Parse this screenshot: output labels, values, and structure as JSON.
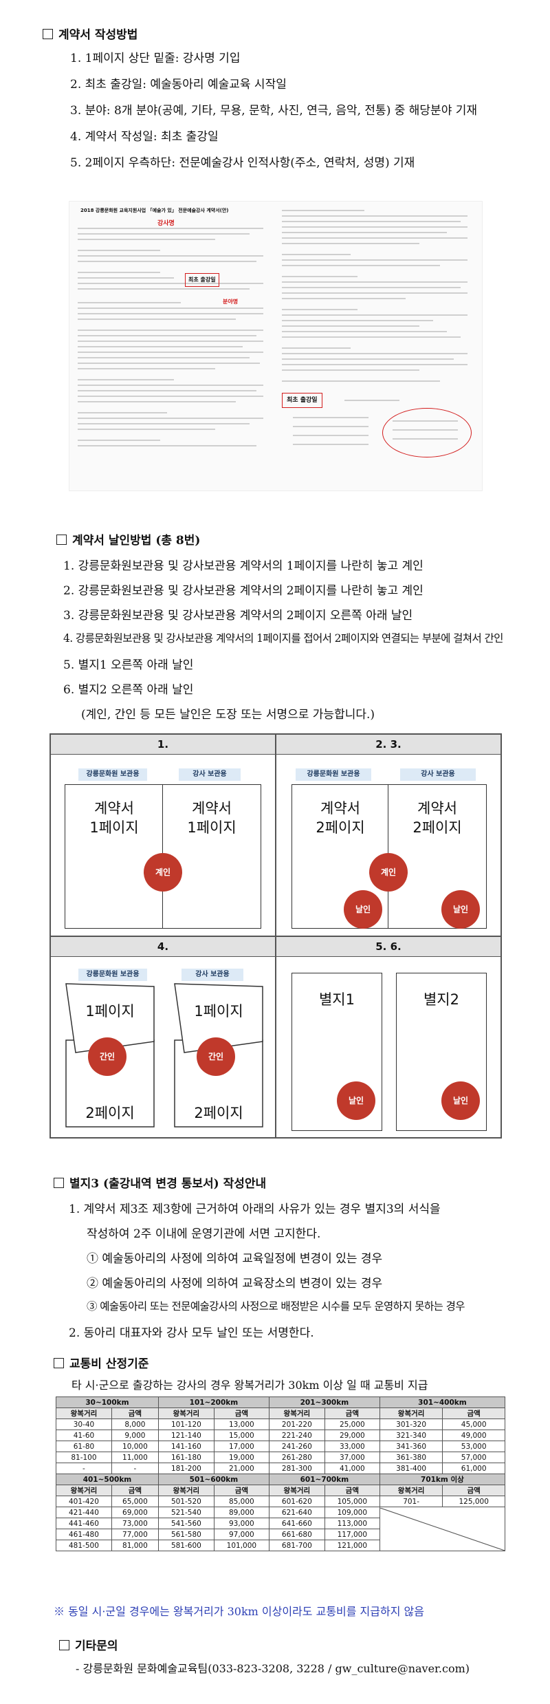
{
  "section1": {
    "title": "계약서 작성방법",
    "items": [
      "1. 1페이지 상단 밑줄: 강사명 기입",
      "2. 최초 출강일: 예술동아리 예술교육 시작일",
      "3. 분야: 8개 분야(공예, 기타, 무용, 문학, 사진, 연극, 음악, 전통) 중 해당분야 기재",
      "4. 계약서 작성일: 최초 출강일",
      "5. 2페이지 우측하단: 전문예술강사 인적사항(주소, 연락처, 성명) 기재"
    ]
  },
  "thumbnail": {
    "doc_title": "2018 강릉문화원 교육지원사업 「예술가 있」 전문예술강사 계약서(안)",
    "highlight_name": "강사명",
    "callout_first": "최초 출강일",
    "callout_field": "분야명",
    "callout_first_2": "최초 출강일"
  },
  "section2": {
    "title": "계약서 날인방법 (총 8번)",
    "items": [
      "1. 강릉문화원보관용 및 강사보관용 계약서의 1페이지를 나란히 놓고 계인",
      "2. 강릉문화원보관용 및 강사보관용 계약서의 2페이지를 나란히 놓고 계인",
      "3. 강릉문화원보관용 및 강사보관용 계약서의 2페이지 오른쪽 아래 날인",
      "4. 강릉문화원보관용 및 강사보관용 계약서의 1페이지를 접어서 2페이지와 연결되는 부분에 걸쳐서 간인",
      "5. 별지1 오른쪽 아래 날인",
      "6. 별지2 오른쪽 아래 날인"
    ],
    "note": "(계인, 간인 등 모든 날인은 도장 또는 서명으로 가능합니다.)"
  },
  "diagram": {
    "cell1_head": "1.",
    "cell2_head": "2. 3.",
    "cell3_head": "4.",
    "cell4_head": "5. 6.",
    "tag_center": "강릉문화원 보관용",
    "tag_instructor": "강사 보관용",
    "page1": "계약서\n1페이지",
    "page2": "계약서\n2페이지",
    "page1_short": "1페이지",
    "page2_short": "2페이지",
    "annex1": "별지1",
    "annex2": "별지2",
    "seal_gyein": "계인",
    "seal_nalin": "날인",
    "seal_ganin": "간인"
  },
  "section3": {
    "title": "별지3 (출강내역 변경 통보서) 작성안내",
    "line1": "1. 계약서 제3조 제3항에 근거하여 아래의 사유가 있는 경우 별지3의 서식을",
    "line1b": "작성하여 2주 이내에 운영기관에 서면 고지한다.",
    "c1": "① 예술동아리의 사정에 의하여 교육일정에 변경이 있는 경우",
    "c2": "② 예술동아리의 사정에 의하여 교육장소의 변경이 있는 경우",
    "c3": "③ 예술동아리 또는 전문예술강사의 사정으로 배정받은 시수를 모두 운영하지 못하는 경우",
    "line2": "2. 동아리 대표자와 강사 모두 날인 또는 서명한다."
  },
  "section4": {
    "title": "교통비 산정기준",
    "desc": "타 시·군으로 출강하는 강사의 경우 왕복거리가 30km 이상 일 때 교통비 지급",
    "col_dist": "왕복거리",
    "col_amt": "금액",
    "groups_top": [
      "30~100km",
      "101~200km",
      "201~300km",
      "301~400km"
    ],
    "rows_top": [
      [
        "30-40",
        "8,000",
        "101-120",
        "13,000",
        "201-220",
        "25,000",
        "301-320",
        "45,000"
      ],
      [
        "41-60",
        "9,000",
        "121-140",
        "15,000",
        "221-240",
        "29,000",
        "321-340",
        "49,000"
      ],
      [
        "61-80",
        "10,000",
        "141-160",
        "17,000",
        "241-260",
        "33,000",
        "341-360",
        "53,000"
      ],
      [
        "81-100",
        "11,000",
        "161-180",
        "19,000",
        "261-280",
        "37,000",
        "361-380",
        "57,000"
      ],
      [
        "-",
        "-",
        "181-200",
        "21,000",
        "281-300",
        "41,000",
        "381-400",
        "61,000"
      ]
    ],
    "groups_bottom": [
      "401~500km",
      "501~600km",
      "601~700km",
      "701km 이상"
    ],
    "rows_bottom": [
      [
        "401-420",
        "65,000",
        "501-520",
        "85,000",
        "601-620",
        "105,000",
        "701-",
        "125,000"
      ],
      [
        "421-440",
        "69,000",
        "521-540",
        "89,000",
        "621-640",
        "109,000"
      ],
      [
        "441-460",
        "73,000",
        "541-560",
        "93,000",
        "641-660",
        "113,000"
      ],
      [
        "461-480",
        "77,000",
        "561-580",
        "97,000",
        "661-680",
        "117,000"
      ],
      [
        "481-500",
        "81,000",
        "581-600",
        "101,000",
        "681-700",
        "121,000"
      ]
    ],
    "note": "※ 동일 시·군일 경우에는 왕복거리가 30km 이상이라도 교통비를 지급하지 않음"
  },
  "section5": {
    "title": "기타문의",
    "contact": "- 강릉문화원 문화예술교육팀(033-823-3208, 3228 / gw_culture@naver.com)"
  }
}
